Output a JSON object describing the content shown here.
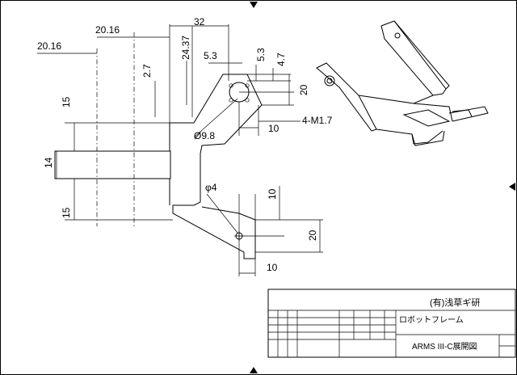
{
  "dimensions": {
    "d_20_16_top": "20.16",
    "d_20_16_left": "20.16",
    "d_32": "32",
    "d_24_37": "24.37",
    "d_5_3_h": "5.3",
    "d_5_3_v": "5.3",
    "d_4_7": "4.7",
    "d_20_top": "20",
    "d_2_7": "2.7",
    "d_15_top": "15",
    "d_14": "14",
    "d_15_bottom": "15",
    "d_10_top": "10",
    "hole_note": "4-M1.7",
    "dia_9_8": "Ø9.8",
    "dia_4": "φ4",
    "d_10_vert": "10",
    "d_20_bottom": "20",
    "d_10_bottom": "10"
  },
  "title_block": {
    "company": "(有)浅草ギ研",
    "part_name": "ロボットフレーム",
    "drawing_title": "ARMS III-C展開図"
  }
}
